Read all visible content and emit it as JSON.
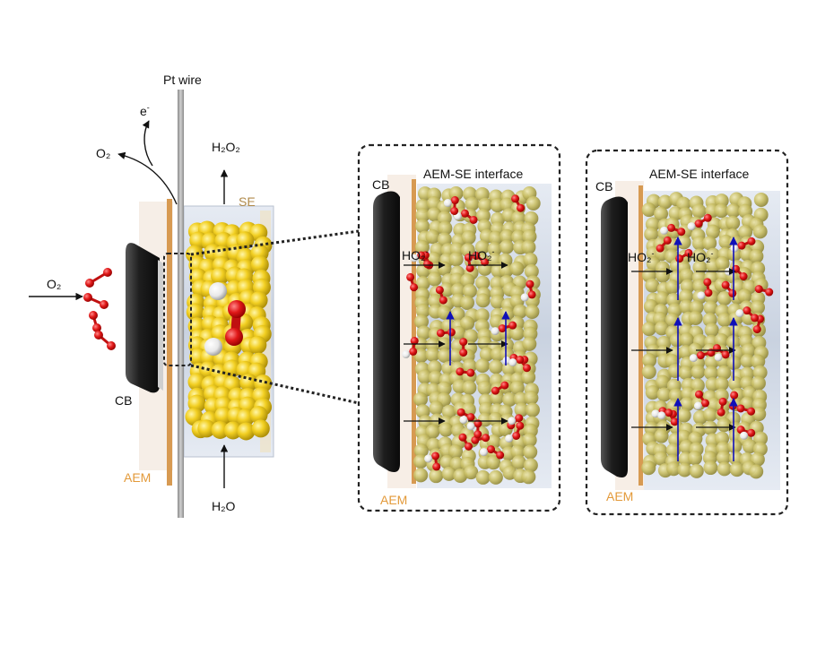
{
  "left_panel": {
    "pt_wire": "Pt wire",
    "electron": "e",
    "electron_sup": "-",
    "o2_out": "O₂",
    "h2o2": "H₂O₂",
    "se": "SE",
    "o2_in": "O₂",
    "cb": "CB",
    "aem": "AEM",
    "h2o": "H₂O"
  },
  "inset_1": {
    "title": "AEM-SE interface",
    "cb": "CB",
    "aem": "AEM",
    "ho2_a": "HO₂",
    "ho2_b": "HO₂",
    "ion_sup": "-"
  },
  "inset_2": {
    "title": "AEM-SE interface",
    "cb": "CB",
    "aem": "AEM",
    "ho2_a": "HO₂",
    "ho2_b": "HO₂",
    "ion_sup": "-"
  },
  "colors": {
    "gold": "#e8c21a",
    "gold_dim": "#c8bd63",
    "oxygen": "#e01818",
    "aem": "#e39a3a",
    "se_label": "#b08a4a",
    "flux_arrow": "#1010b8"
  }
}
